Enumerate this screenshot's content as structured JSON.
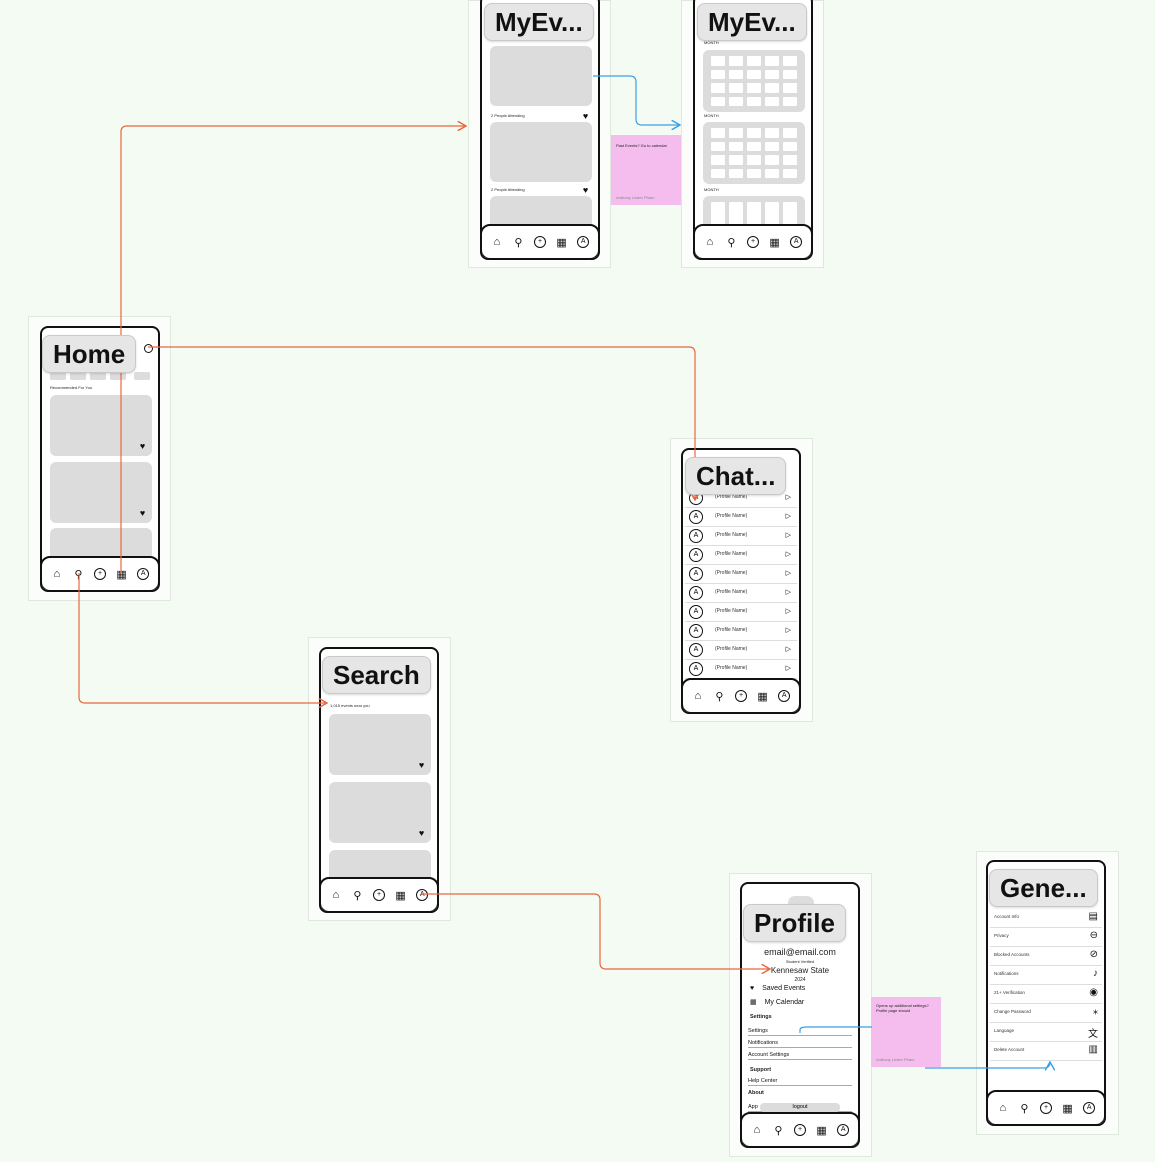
{
  "frames": {
    "home": {
      "title": "Home",
      "section_label": "Recommended For You"
    },
    "myevents1": {
      "title": "MyEv...",
      "attending_label": "2 People Attending"
    },
    "myevents2": {
      "title": "MyEv...",
      "month_label": "MONTH"
    },
    "chat": {
      "title": "Chat...",
      "profile_name": "(Profile Name)"
    },
    "search": {
      "title": "Search",
      "results_label": "1,015 events near you"
    },
    "profile": {
      "title": "Profile",
      "email": "email@email.com",
      "verified": "Student Verified",
      "school": "Kennesaw State",
      "year": "2024",
      "saved_events": "Saved Events",
      "my_calendar": "My Calendar",
      "settings_header": "Settings",
      "settings_items": [
        "Settings",
        "Notifications",
        "Account Settings"
      ],
      "support_header": "Support",
      "support_items": [
        "Help Center"
      ],
      "about_header": "About",
      "about_item": "App",
      "logout": "logout"
    },
    "general": {
      "title": "Gene...",
      "rows": [
        {
          "label": "Account Info",
          "icon": "id-card-icon"
        },
        {
          "label": "Privacy",
          "icon": "lock-icon"
        },
        {
          "label": "Blocked Accounts",
          "icon": "blocked-user-icon"
        },
        {
          "label": "Notifications",
          "icon": "bell-icon"
        },
        {
          "label": "21+ Verification",
          "icon": "age-21-icon"
        },
        {
          "label": "Change Password",
          "icon": "password-icon"
        },
        {
          "label": "Language",
          "icon": "translate-icon"
        },
        {
          "label": "Delete Account",
          "icon": "trash-icon"
        }
      ]
    }
  },
  "stickies": {
    "note1": {
      "text": "Past Events? Go to calendar",
      "author": "Anthony Lester Pham"
    },
    "note2": {
      "text": "Opens up additional settings? Profile page should",
      "author": "Anthony Lester Pham"
    }
  },
  "nav_icons": [
    "home-icon",
    "search-icon",
    "add-icon",
    "calendar-icon",
    "profile-icon"
  ],
  "colors": {
    "canvas": "#f3fbf2",
    "link_red": "#e8673f",
    "link_blue": "#3b9fe8",
    "sticky": "#f4bdee",
    "card": "#dcdcdc"
  }
}
